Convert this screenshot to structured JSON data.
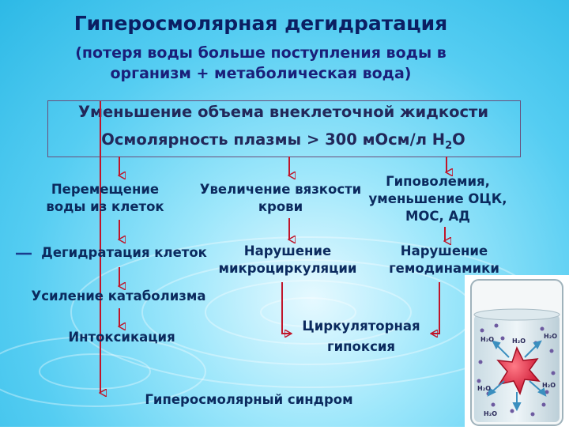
{
  "title": "Гиперосмолярная дегидратация",
  "subtitle_line1": "(потеря воды больше поступления воды в",
  "subtitle_line2": "организм + метаболическая вода)",
  "box": {
    "line1": "Уменьшение объема внеклеточной жидкости",
    "line2_prefix": "Осмолярность плазмы > 300 мОсм/л H",
    "line2_sub": "2",
    "line2_suffix": "O"
  },
  "col1": {
    "node1_line1": "Перемещение",
    "node1_line2": "воды из клеток",
    "node2": "Дегидратация клеток",
    "node3": "Усиление катаболизма",
    "node4": "Интоксикация"
  },
  "col2": {
    "node1_line1": "Увеличение вязкости",
    "node1_line2": "крови",
    "node2_line1": "Нарушение",
    "node2_line2": "микроциркуляции"
  },
  "col3": {
    "node1_line1": "Гиповолемия,",
    "node1_line2": "уменьшение ОЦК,",
    "node1_line3": "МОС, АД",
    "node2_line1": "Нарушение",
    "node2_line2": "гемодинамики"
  },
  "center_node_line1": "Циркуляторная",
  "center_node_line2": "гипоксия",
  "bottom_node": "Гиперосмолярный синдром",
  "illustration": {
    "labels": [
      "H2O",
      "H2O",
      "H2O",
      "H2O",
      "H2O",
      "H2O"
    ],
    "cell_color": "#e8243a",
    "arrow_color": "#3b8fbf",
    "arrow_color_dark": "#c0152a"
  },
  "colors": {
    "background": "#55cdf2",
    "text": "#0b2a5e",
    "arrow": "#c0152a"
  }
}
